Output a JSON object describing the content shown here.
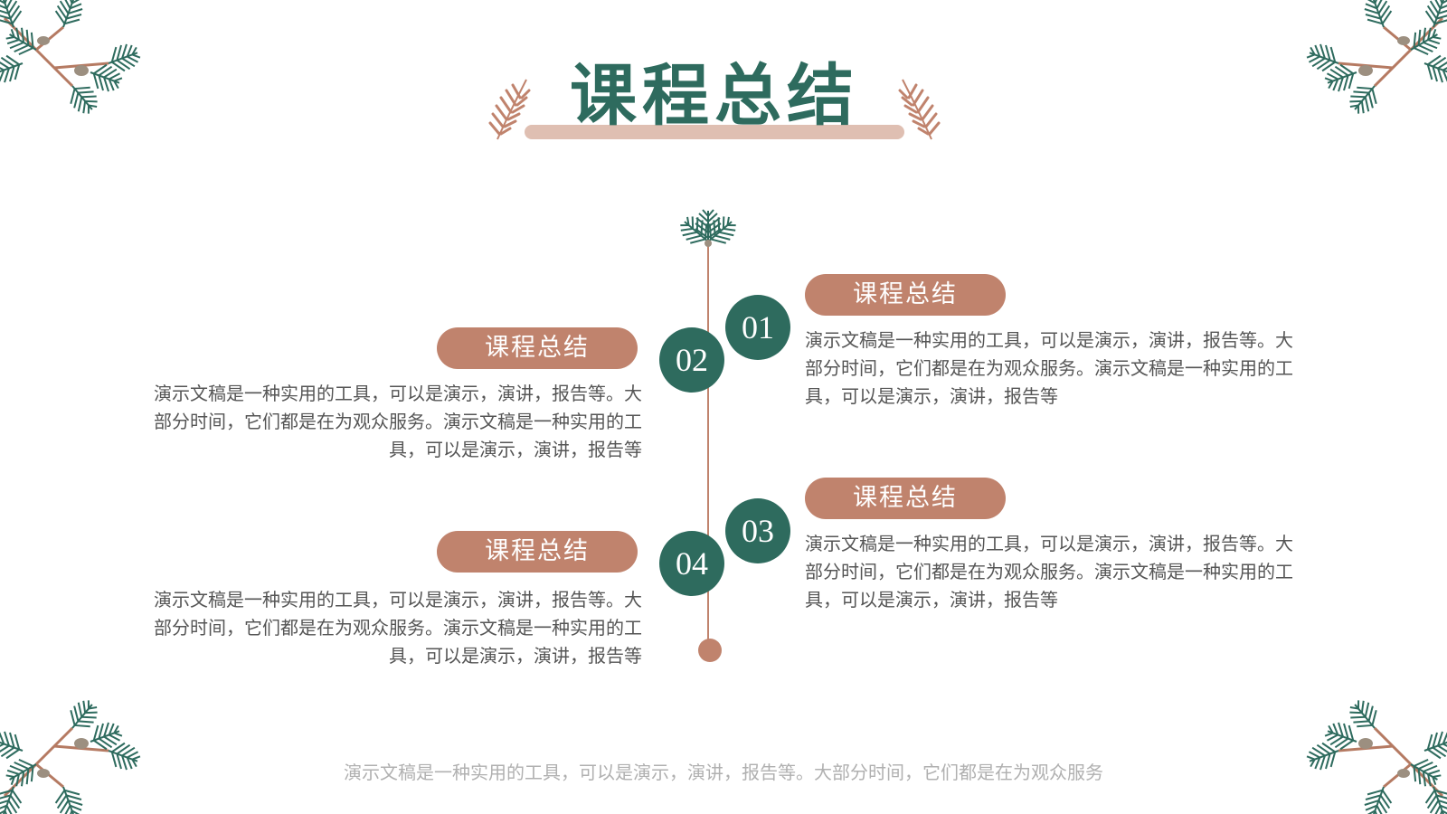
{
  "title": "课程总结",
  "items": [
    {
      "number": "01",
      "label": "课程总结",
      "text": "演示文稿是一种实用的工具，可以是演示，演讲，报告等。大部分时间，它们都是在为观众服务。演示文稿是一种实用的工具，可以是演示，演讲，报告等"
    },
    {
      "number": "02",
      "label": "课程总结",
      "text": "演示文稿是一种实用的工具，可以是演示，演讲，报告等。大部分时间，它们都是在为观众服务。演示文稿是一种实用的工具，可以是演示，演讲，报告等"
    },
    {
      "number": "03",
      "label": "课程总结",
      "text": "演示文稿是一种实用的工具，可以是演示，演讲，报告等。大部分时间，它们都是在为观众服务。演示文稿是一种实用的工具，可以是演示，演讲，报告等"
    },
    {
      "number": "04",
      "label": "课程总结",
      "text": "演示文稿是一种实用的工具，可以是演示，演讲，报告等。大部分时间，它们都是在为观众服务。演示文稿是一种实用的工具，可以是演示，演讲，报告等"
    }
  ],
  "footer": "演示文稿是一种实用的工具，可以是演示，演讲，报告等。大部分时间，它们都是在为观众服务",
  "colors": {
    "accent_green": "#2e6b5e",
    "accent_brown": "#c0836d",
    "title_bar": "#dfbfb2",
    "body_text": "#555555",
    "footer_text": "#b0b0b0"
  },
  "icons": {
    "corners": "pine-branch-icon",
    "title_decor": "fern-leaf-icon",
    "timeline_top": "pine-sprig-icon"
  }
}
